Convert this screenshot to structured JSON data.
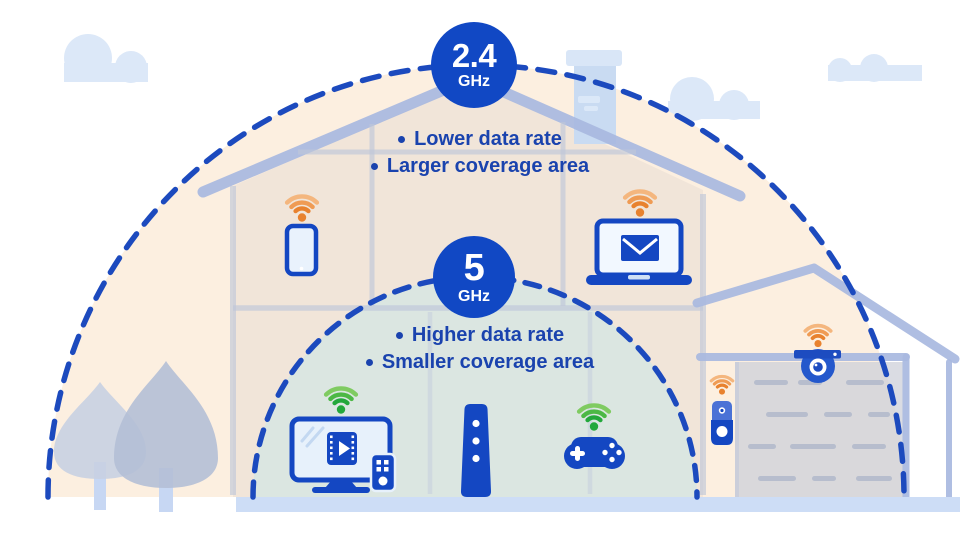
{
  "diagram": {
    "type": "wifi-band-coverage-infographic",
    "bands": [
      {
        "id": "2.4ghz",
        "frequency": "2.4",
        "unit": "GHz",
        "bullets": [
          "Lower data rate",
          "Larger coverage area"
        ]
      },
      {
        "id": "5ghz",
        "frequency": "5",
        "unit": "GHz",
        "bullets": [
          "Higher data rate",
          "Smaller coverage area"
        ]
      }
    ],
    "devices": [
      {
        "icon": "smartphone-icon",
        "band": "2.4ghz",
        "wifi": "orange"
      },
      {
        "icon": "laptop-email-icon",
        "band": "2.4ghz",
        "wifi": "orange"
      },
      {
        "icon": "video-doorbell-icon",
        "band": "2.4ghz",
        "wifi": "orange"
      },
      {
        "icon": "dome-camera-icon",
        "band": "2.4ghz",
        "wifi": "orange"
      },
      {
        "icon": "smart-tv-icon",
        "band": "5ghz",
        "wifi": "green"
      },
      {
        "icon": "wifi-router-icon",
        "band": "5ghz",
        "wifi": "green"
      },
      {
        "icon": "game-controller-icon",
        "band": "5ghz",
        "wifi": "green"
      }
    ]
  },
  "theme": {
    "navy": "#1447c2",
    "badge": "#1148c4",
    "textblue": "#1a43ae",
    "dash": "#1c4abe",
    "peach": "#fcefe0",
    "mint": "#e3f1e9",
    "roof": "rgba(168,185,223,0.92)",
    "wall": "rgba(190,198,216,0.65)",
    "cloud": "#dce8f8",
    "tree1": "rgba(200,208,226,0.9)",
    "tree2": "rgba(180,191,214,0.9)",
    "trunk": "#c7d7f3",
    "ground": "#cdddf6",
    "door": "rgba(205,208,218,0.75)",
    "doordash": "rgba(176,184,202,0.85)",
    "orange1": "#e8822f",
    "orange2": "#ef9b54",
    "orange3": "#f4b67e",
    "green1": "#23a83b",
    "green2": "#4cb845",
    "green3": "#7fcb61"
  }
}
